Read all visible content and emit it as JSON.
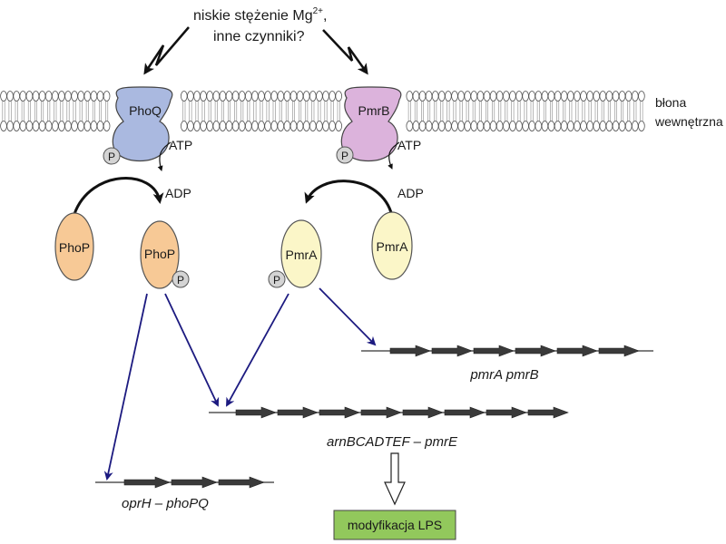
{
  "title_lines": [
    "niskie stężenie Mg",
    "inne czynniki?"
  ],
  "title_superscript": "2+",
  "title_suffix": ",",
  "membrane_label": [
    "błona",
    "wewnętrzna"
  ],
  "sensors": [
    {
      "name": "PhoQ",
      "color": "#aab9e0",
      "atp": "ATP",
      "adp": "ADP",
      "phospho": "P"
    },
    {
      "name": "PmrB",
      "color": "#dcb3dc",
      "atp": "ATP",
      "adp": "ADP",
      "phospho": "P"
    }
  ],
  "regulators": {
    "phop_unphos": {
      "name": "PhoP",
      "color": "#f7c996"
    },
    "phop_phos": {
      "name": "PhoP",
      "color": "#f7c996",
      "phospho": "P"
    },
    "pmra_phos": {
      "name": "PmrA",
      "color": "#fbf6c8",
      "phospho": "P"
    },
    "pmra_unphos": {
      "name": "PmrA",
      "color": "#fbf6c8"
    }
  },
  "operons": [
    {
      "id": "pmrAB",
      "label": "pmrA pmrB",
      "gene_count": 6
    },
    {
      "id": "arn",
      "label": "arnBCADTEF – pmrE",
      "gene_count": 8
    },
    {
      "id": "oprH",
      "label": "oprH – phoPQ",
      "gene_count": 3
    }
  ],
  "output": {
    "label": "modyfikacja LPS",
    "color": "#92c85c"
  },
  "colors": {
    "activation_arrow": "#1c1a80",
    "gene": "#3a3a3a",
    "phospho_fill": "#d4d4d4"
  }
}
